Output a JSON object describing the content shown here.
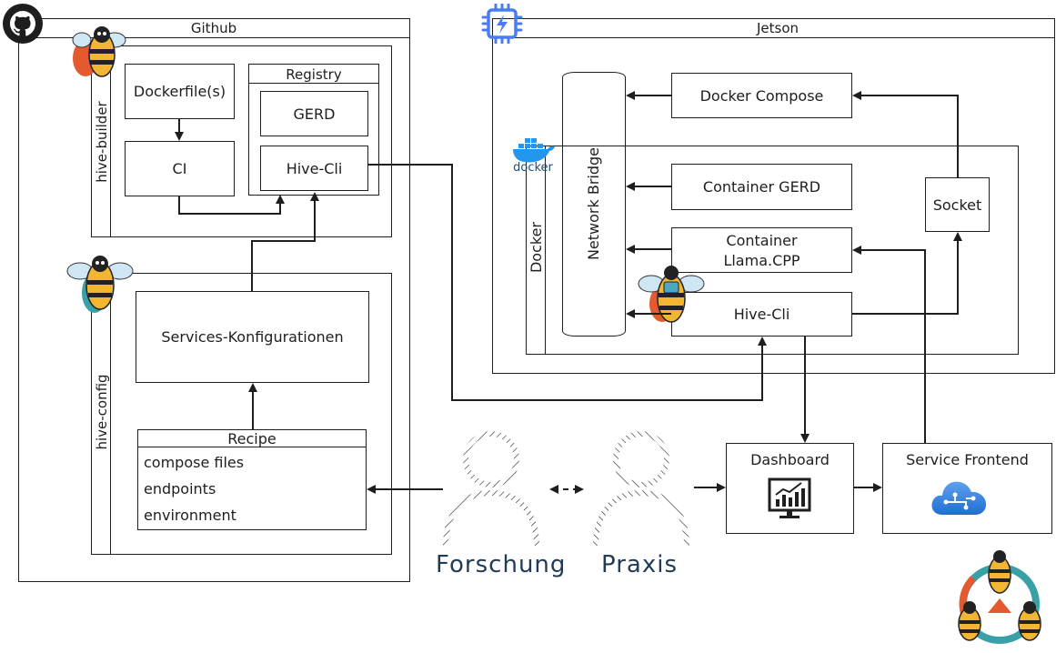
{
  "github": {
    "title": "Github"
  },
  "jetson": {
    "title": "Jetson"
  },
  "hive_builder": {
    "label": "hive-builder",
    "dockerfiles": "Dockerfile(s)",
    "ci": "CI",
    "registry": "Registry",
    "gerd": "GERD",
    "hive_cli": "Hive-Cli"
  },
  "hive_config": {
    "label": "hive-config",
    "services": "Services-Konfigurationen",
    "recipe": "Recipe",
    "recipe_items": [
      "compose files",
      "endpoints",
      "environment"
    ]
  },
  "jetson_parts": {
    "docker_compose": "Docker Compose",
    "docker_label": "Docker",
    "docker_logo_text": "docker",
    "network_bridge": "Network Bridge",
    "container_gerd": "Container GERD",
    "container_llama_line1": "Container",
    "container_llama_line2": "Llama.CPP",
    "hive_cli": "Hive-Cli",
    "socket": "Socket"
  },
  "frontend": {
    "dashboard": "Dashboard",
    "service_frontend": "Service Frontend"
  },
  "people": {
    "forschung": "Forschung",
    "praxis": "Praxis"
  },
  "colors": {
    "ink": "#1e1e1e",
    "person": "#1f3b57",
    "chip": "#4a7cf7",
    "docker": "#2496ed",
    "cloud": "#2f7bd6"
  }
}
